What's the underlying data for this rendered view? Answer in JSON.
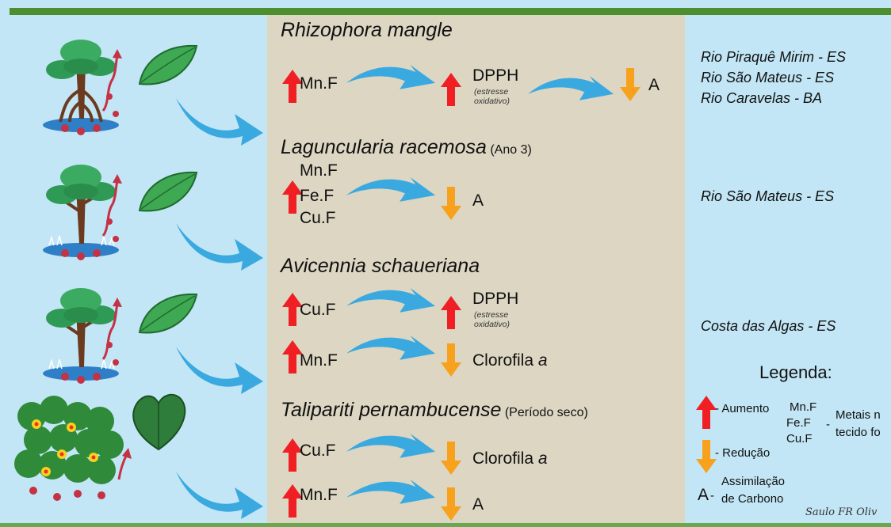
{
  "colors": {
    "background": "#c2e6f5",
    "center_panel": "#dcd6c3",
    "top_bar": "#4d8f2e",
    "bottom_line": "#6aa84f",
    "arrow_increase": "#ef1f24",
    "arrow_decrease": "#f7a11c",
    "arrow_flow": "#3aa9e0"
  },
  "sections": [
    {
      "species": "Rhizophora mangle",
      "qualifier": "",
      "plant_icon": "mangrove-tree-with-aerial-roots-icon",
      "leaf_icon": "elongated-green-leaf-icon",
      "locations": [
        "Rio Piraquê Mirim - ES",
        "Rio São Mateus - ES",
        "Rio Caravelas - BA"
      ],
      "rows": [
        {
          "increase": [
            "Mn.F"
          ],
          "effect": "DPPH",
          "effect_note": "(estresse oxidativo)",
          "effect_direction": "increase",
          "secondary": "A",
          "secondary_direction": "decrease"
        }
      ]
    },
    {
      "species": "Laguncularia racemosa",
      "qualifier": "(Ano 3)",
      "plant_icon": "mangrove-tree-with-pneumatophores-icon",
      "leaf_icon": "elongated-green-leaf-icon",
      "locations": [
        "Rio São Mateus - ES"
      ],
      "rows": [
        {
          "increase": [
            "Mn.F",
            "Fe.F",
            "Cu.F"
          ],
          "effect": "A",
          "effect_direction": "decrease"
        }
      ]
    },
    {
      "species": "Avicennia schaueriana",
      "qualifier": "",
      "plant_icon": "mangrove-tree-with-pneumatophores-icon",
      "leaf_icon": "elongated-green-leaf-icon",
      "locations": [
        "Costa das Algas - ES"
      ],
      "rows": [
        {
          "increase": [
            "Cu.F"
          ],
          "effect": "DPPH",
          "effect_note": "(estresse oxidativo)",
          "effect_direction": "increase"
        },
        {
          "increase": [
            "Mn.F"
          ],
          "effect": "Clorofila ",
          "effect_italic": "a",
          "effect_direction": "decrease"
        }
      ]
    },
    {
      "species": "Talipariti pernambucense",
      "qualifier": "(Período seco)",
      "plant_icon": "flowering-shrub-icon",
      "leaf_icon": "heart-shaped-leaf-icon",
      "locations": [],
      "rows": [
        {
          "increase": [
            "Cu.F"
          ],
          "effect": "Clorofila ",
          "effect_italic": "a",
          "effect_direction": "decrease"
        },
        {
          "increase": [
            "Mn.F"
          ],
          "effect": "A",
          "effect_direction": "decrease"
        }
      ]
    }
  ],
  "legend": {
    "title": "Legenda:",
    "increase_label": "- Aumento",
    "decrease_label": "- Redução",
    "metals": [
      "Mn.F",
      "Fe.F",
      "Cu.F"
    ],
    "metals_dash": "-",
    "metals_desc_1": "Metais n",
    "metals_desc_2": "tecido fo",
    "a_symbol": "A",
    "a_dash": "-",
    "a_desc_1": "Assimilação",
    "a_desc_2": "de Carbono"
  },
  "signature": "Saulo FR Oliv"
}
